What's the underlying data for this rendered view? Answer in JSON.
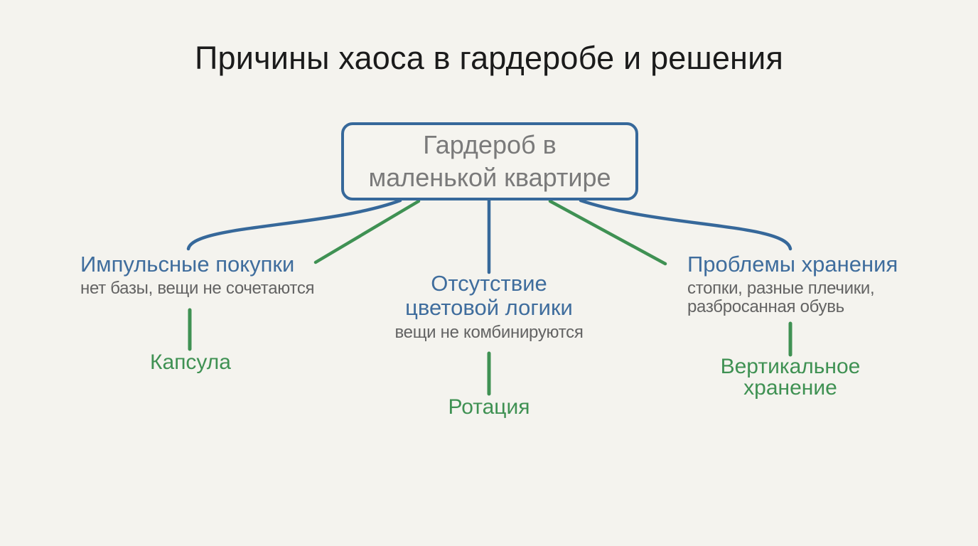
{
  "title": "Причины хаоса в гардеробе и решения",
  "colors": {
    "background": "#f4f3ee",
    "blue": "#36689a",
    "green": "#3f9153",
    "root_text_gray": "#7a7a7a",
    "subtitle_gray": "#636363",
    "title_black": "#1b1b1b"
  },
  "root": {
    "label": "Гардероб в маленькой квартире",
    "lines": [
      "Гардероб в",
      "маленькой квартире"
    ]
  },
  "branches": [
    {
      "title": "Импульсные покупки",
      "subtitle": "нет базы, вещи не сочетаются",
      "solution": "Капсула"
    },
    {
      "title_lines": [
        "Отсутствие",
        "цветовой логики"
      ],
      "subtitle": "вещи не комбинируются",
      "solution": "Ротация"
    },
    {
      "title": "Проблемы хранения",
      "subtitle_lines": [
        "стопки, разные плечики,",
        "разбросанная обувь"
      ],
      "solution_lines": [
        "Вертикальное",
        "хранение"
      ]
    }
  ]
}
